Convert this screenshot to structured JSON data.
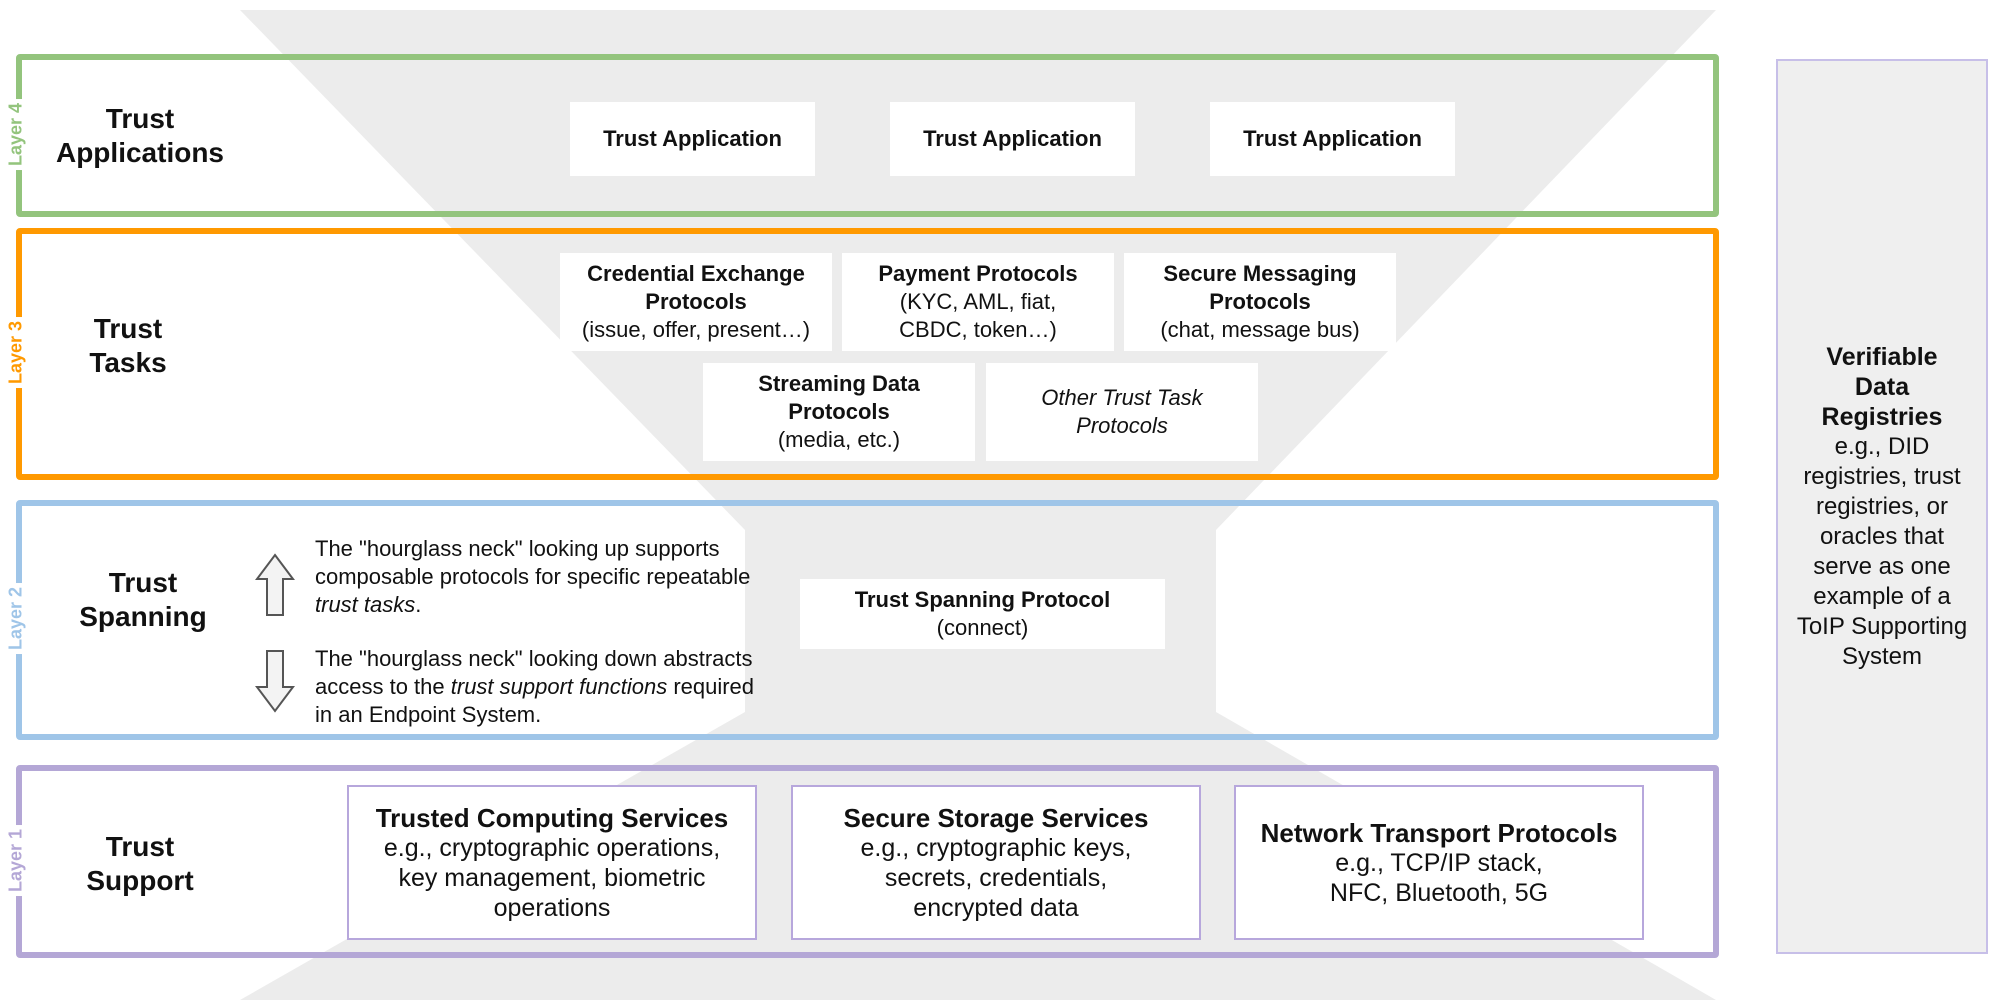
{
  "colors": {
    "hourglass": "#ececec",
    "layer4": "#93c47d",
    "layer3": "#ff9900",
    "layer2": "#9fc5e8",
    "layer1": "#b4a7d6",
    "registry_border": "#c7bfe8"
  },
  "layers": {
    "layer4": {
      "tag": "Layer 4",
      "title": "Trust Applications",
      "boxes": [
        {
          "title": "Trust Application"
        },
        {
          "title": "Trust Application"
        },
        {
          "title": "Trust Application"
        }
      ]
    },
    "layer3": {
      "tag": "Layer 3",
      "title": "Trust Tasks",
      "boxes": [
        {
          "title": "Credential Exchange Protocols",
          "detail": "(issue, offer, present…)"
        },
        {
          "title": "Payment Protocols",
          "detail": "(KYC, AML, fiat, CBDC, token…)"
        },
        {
          "title": "Secure Messaging Protocols",
          "detail": "(chat, message bus)"
        },
        {
          "title": "Streaming Data Protocols",
          "detail": "(media, etc.)"
        },
        {
          "italic": "Other Trust Task Protocols"
        }
      ]
    },
    "layer2": {
      "tag": "Layer 2",
      "title": "Trust Spanning",
      "note_up": {
        "pre": "The \"hourglass neck\" looking up supports composable protocols for specific repeatable ",
        "em": "trust tasks",
        "post": "."
      },
      "note_down": {
        "pre": "The \"hourglass neck\" looking down abstracts access to the ",
        "em1": "trust support functions",
        "post": " required in an Endpoint System."
      },
      "box": {
        "title": "Trust Spanning Protocol",
        "detail": "(connect)"
      }
    },
    "layer1": {
      "tag": "Layer 1",
      "title": "Trust Support",
      "boxes": [
        {
          "title": "Trusted Computing Services",
          "detail": "e.g., cryptographic operations, key management, biometric operations"
        },
        {
          "title": "Secure Storage Services",
          "detail": "e.g., cryptographic keys, secrets, credentials, encrypted data"
        },
        {
          "title": "Network Transport Protocols",
          "detail": "e.g., TCP/IP stack, NFC, Bluetooth, 5G"
        }
      ]
    }
  },
  "registry": {
    "title": "Verifiable Data Registries",
    "detail": "e.g., DID registries, trust registries, or oracles that serve as one example of a ToIP Supporting System"
  }
}
